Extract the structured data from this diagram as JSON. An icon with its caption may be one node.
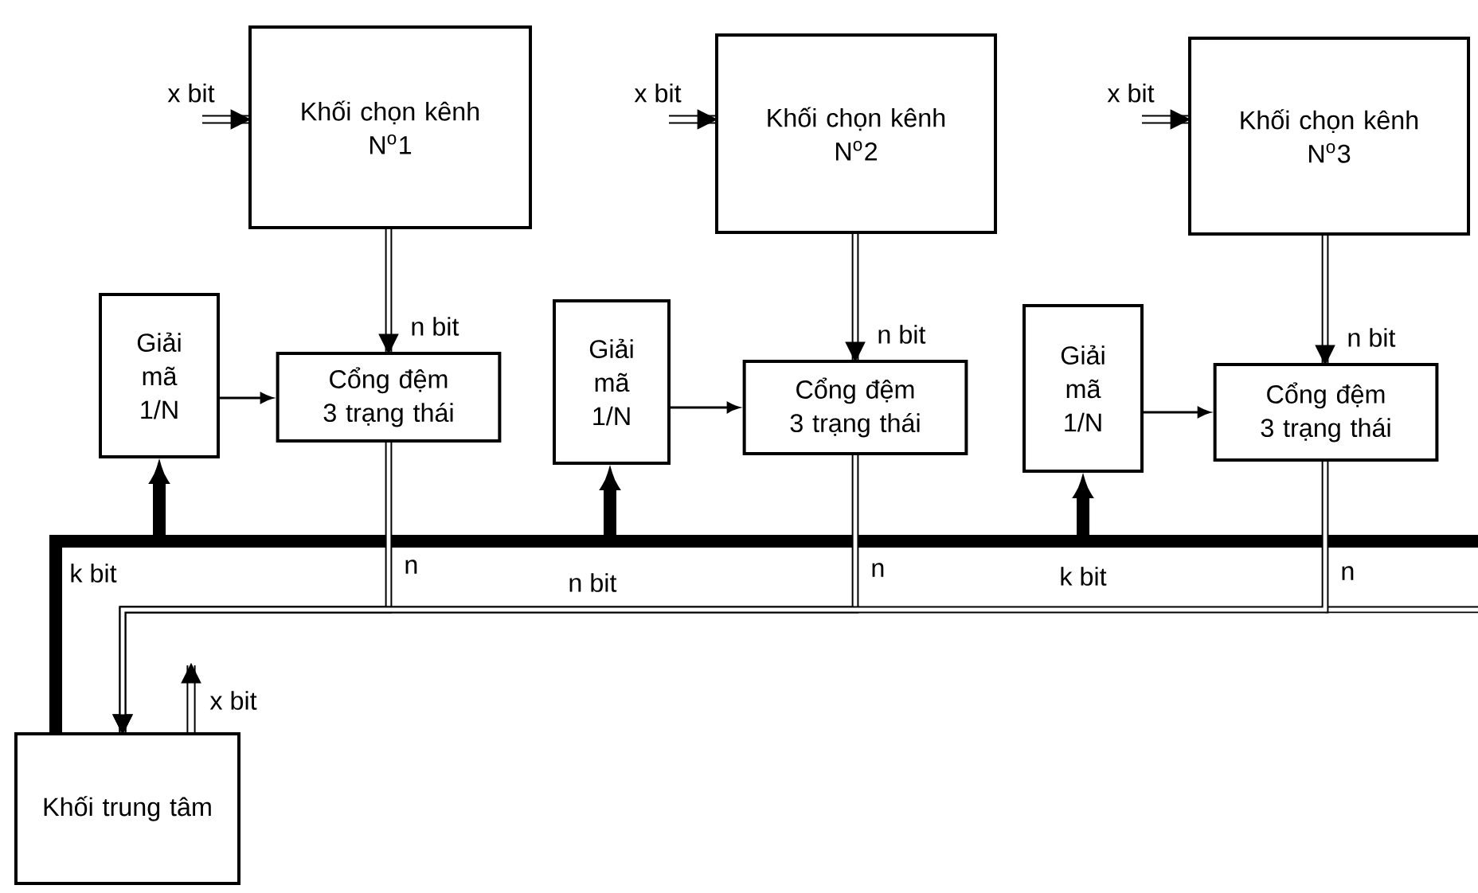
{
  "diagram": {
    "nodes": [
      {
        "text": [
          "Khối chọn kênh",
          "N$^{o}$1"
        ]
      },
      {
        "text": [
          "Khối chọn kênh",
          "N$^{o}$2"
        ]
      },
      {
        "text": [
          "Khối chọn kênh",
          "N$^{o}$3"
        ]
      },
      {
        "text": [
          "Giải mã 1/N"
        ]
      },
      {
        "text": [
          "Cổng đệm",
          "3 trạng thái"
        ]
      },
      {
        "text": [
          "Giải mã 1/N"
        ]
      },
      {
        "text": [
          "Cổng đệm",
          "3 trạng thái"
        ]
      },
      {
        "text": [
          "Giải mã 1/N"
        ]
      },
      {
        "text": [
          "Cổng đệm",
          "3 trạng thái"
        ]
      },
      {
        "text": [
          "Khối trung tâm"
        ]
      }
    ],
    "edges": [
      {
        "from": null,
        "to": 0,
        "arrow": "to",
        "label": "x bit"
      },
      {
        "from": null,
        "to": 1,
        "arrow": "to",
        "label": "x bit"
      },
      {
        "from": null,
        "to": 2,
        "arrow": "to",
        "label": "x bit"
      },
      {
        "from": 0,
        "to": 4,
        "arrow": "to",
        "label": "n bit"
      },
      {
        "from": 1,
        "to": 6,
        "arrow": "to",
        "label": "n bit"
      },
      {
        "from": 2,
        "to": 8,
        "arrow": "to",
        "label": "n bit"
      },
      {
        "from": 3,
        "to": 4,
        "arrow": "to"
      },
      {
        "from": 5,
        "to": 6,
        "arrow": "to"
      },
      {
        "from": 7,
        "to": 8,
        "arrow": "to"
      },
      {
        "from": 9,
        "to": 3,
        "arrow": "to",
        "style": "thick",
        "label": "k bit"
      },
      {
        "from": 9,
        "to": 5,
        "arrow": "to",
        "style": "thick"
      },
      {
        "from": 9,
        "to": 7,
        "arrow": "to",
        "style": "thick",
        "label": "k bit"
      },
      {
        "from": 4,
        "to": 9,
        "arrow": "to",
        "label": "n"
      },
      {
        "from": 6,
        "to": 9,
        "arrow": "to",
        "label": "n"
      },
      {
        "from": 8,
        "to": 9,
        "arrow": "to",
        "label": "n"
      },
      {
        "from": 9,
        "to": null,
        "arrow": "to",
        "label": "x bit"
      }
    ],
    "labels": [
      "n bit"
    ]
  }
}
